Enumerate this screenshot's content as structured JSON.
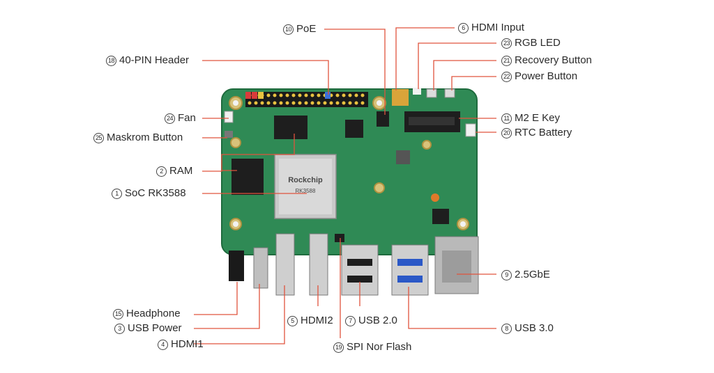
{
  "colors": {
    "board": "#2f8a55",
    "board_dark": "#1f6b3e",
    "leader": "#e0533d",
    "metal": "#c9c9c9",
    "chip": "#1e1e1e"
  },
  "chip_markings": {
    "soc_brand": "Rockchip",
    "soc_model": "RK3588"
  },
  "labels": {
    "poe": {
      "num": "10",
      "text": "PoE"
    },
    "hdmi_input": {
      "num": "6",
      "text": "HDMI Input"
    },
    "rgb_led": {
      "num": "23",
      "text": "RGB LED"
    },
    "recovery": {
      "num": "21",
      "text": "Recovery Button"
    },
    "power_button": {
      "num": "22",
      "text": "Power Button"
    },
    "header_40pin": {
      "num": "18",
      "text": "40-PIN Header"
    },
    "fan": {
      "num": "24",
      "text": "Fan"
    },
    "maskrom": {
      "num": "25",
      "text": "Maskrom Button"
    },
    "m2_e_key": {
      "num": "11",
      "text": "M2 E Key"
    },
    "rtc_battery": {
      "num": "20",
      "text": "RTC Battery"
    },
    "ram": {
      "num": "2",
      "text": "RAM"
    },
    "soc": {
      "num": "1",
      "text": "SoC RK3588"
    },
    "gbe": {
      "num": "9",
      "text": "2.5GbE"
    },
    "headphone": {
      "num": "15",
      "text": "Headphone"
    },
    "usb_power": {
      "num": "3",
      "text": "USB Power"
    },
    "hdmi1": {
      "num": "4",
      "text": "HDMI1"
    },
    "hdmi2": {
      "num": "5",
      "text": "HDMI2"
    },
    "usb20": {
      "num": "7",
      "text": "USB 2.0"
    },
    "usb30": {
      "num": "8",
      "text": "USB 3.0"
    },
    "spi_flash": {
      "num": "19",
      "text": "SPI Nor Flash"
    }
  }
}
